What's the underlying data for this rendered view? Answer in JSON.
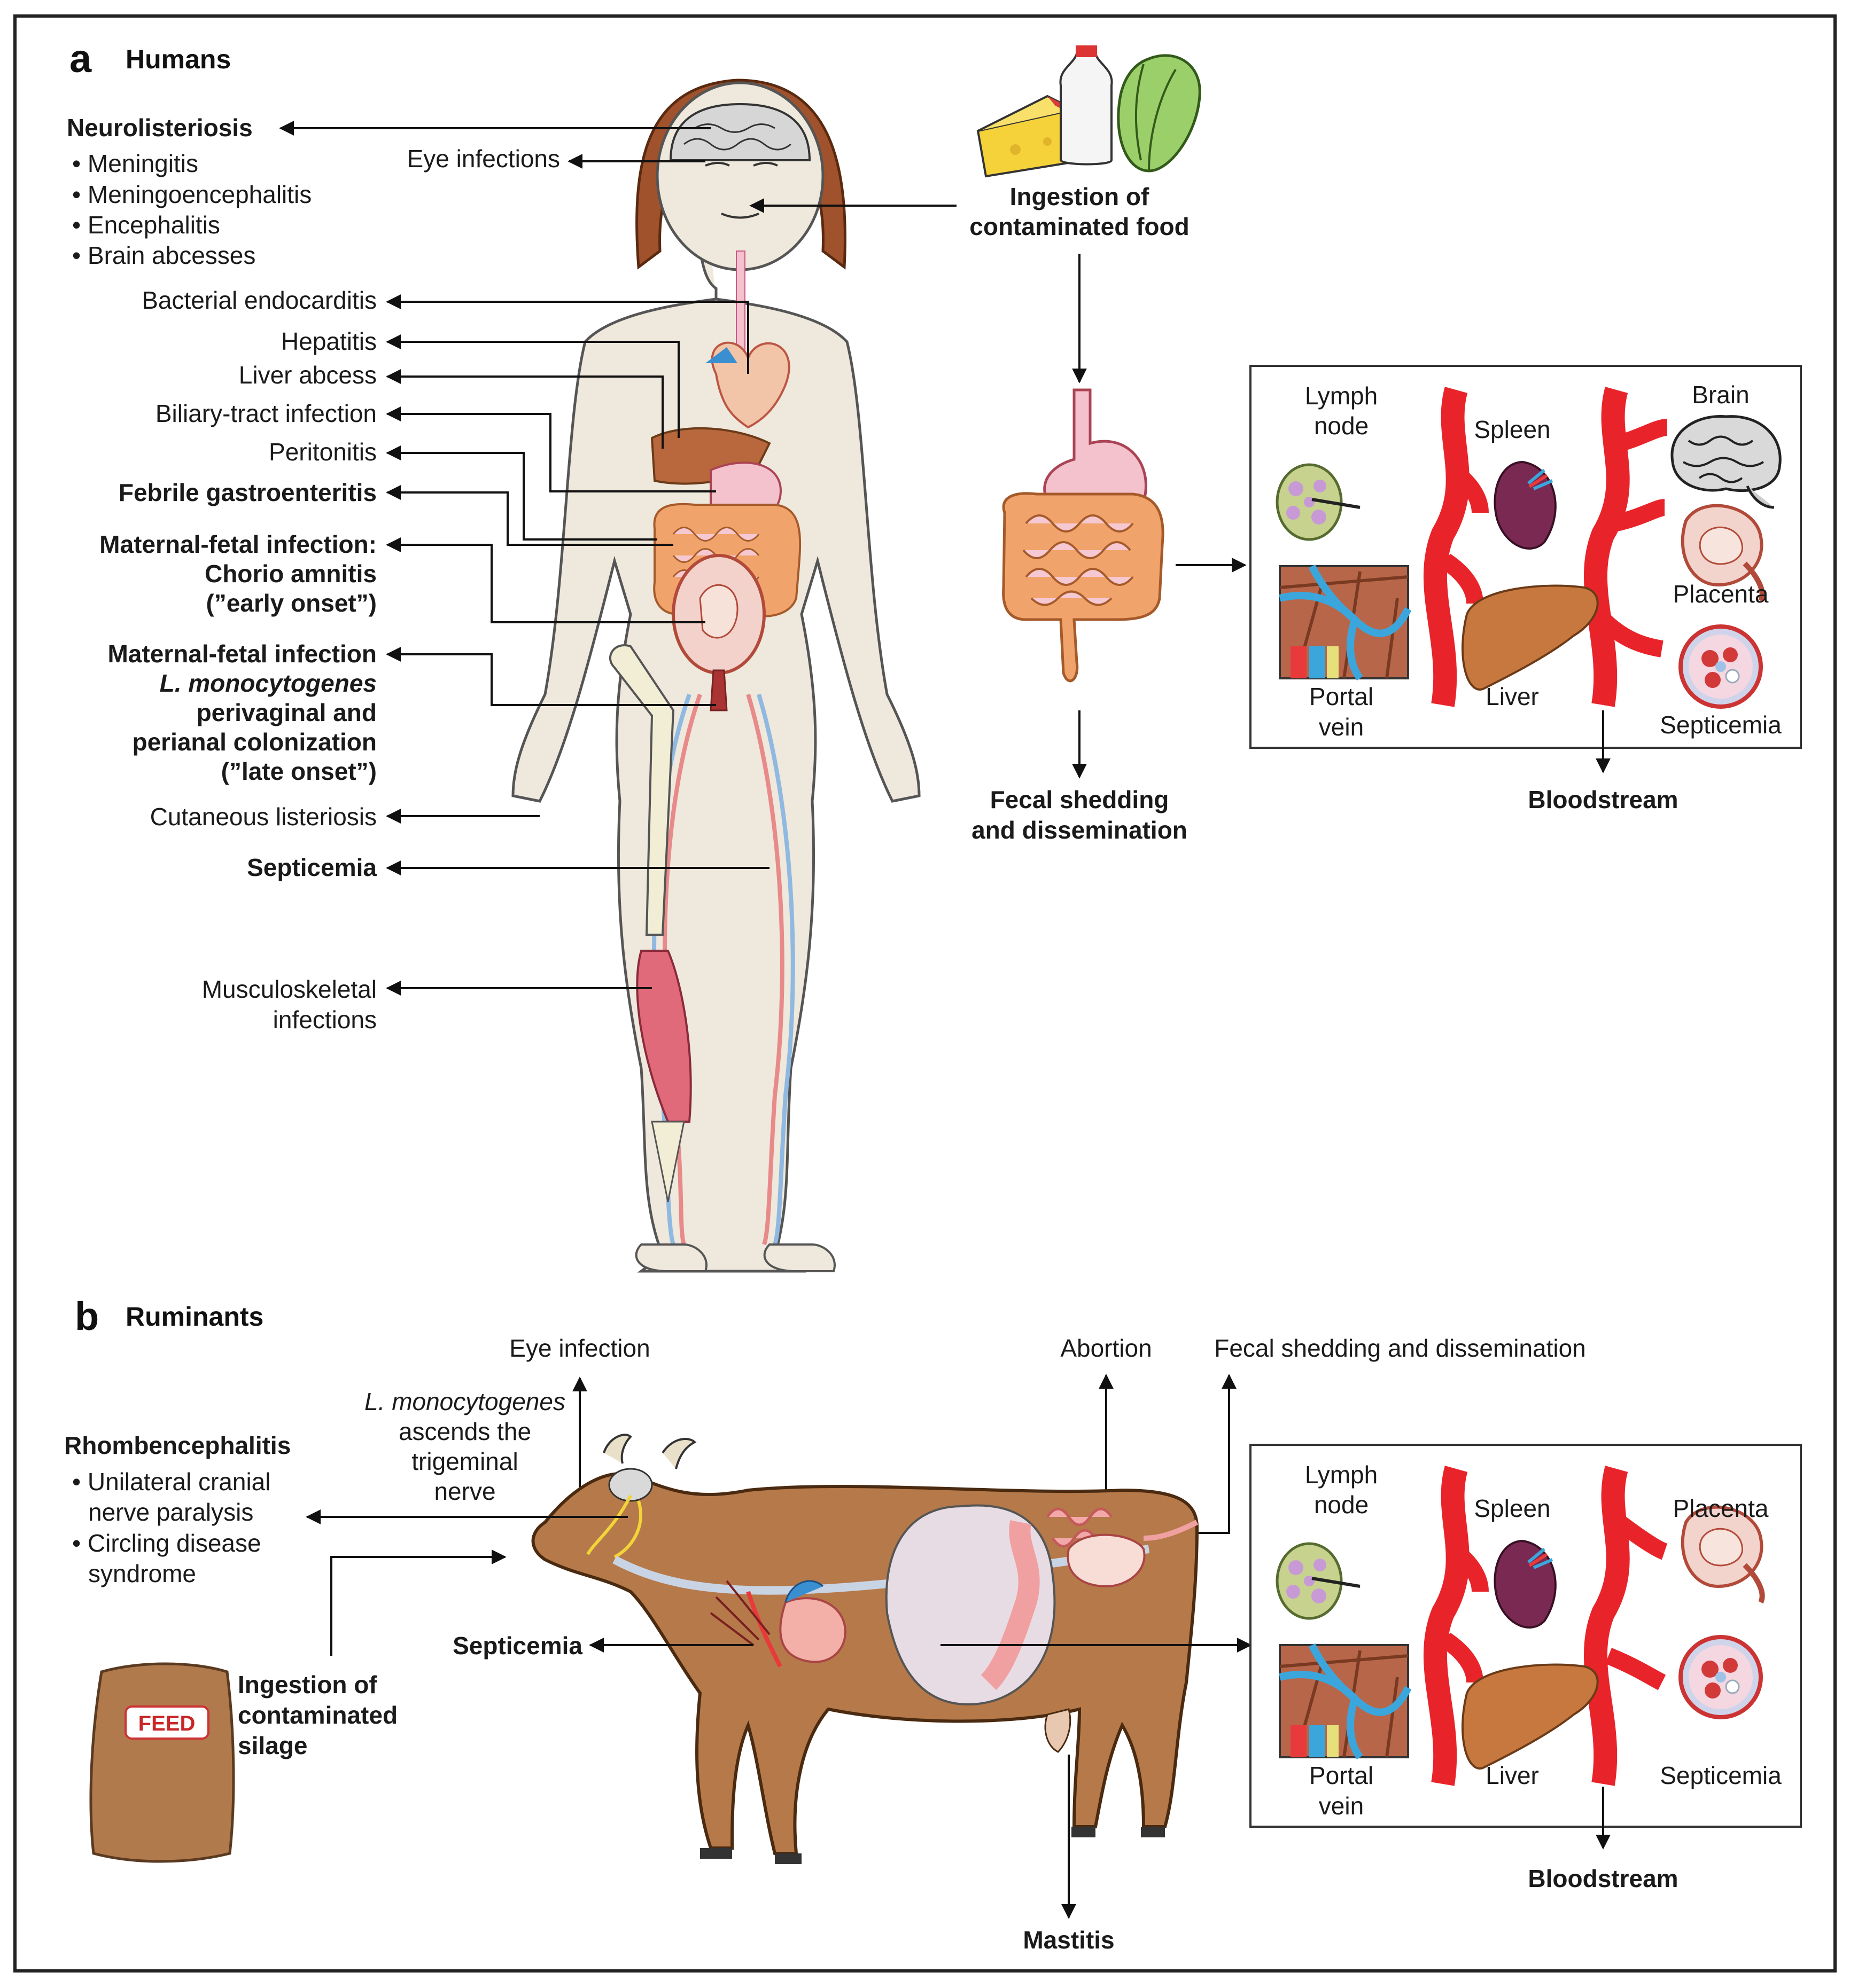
{
  "panel_a": {
    "letter": "a",
    "title": "Humans",
    "neuro": {
      "heading": "Neurolisteriosis",
      "items": [
        "• Meningitis",
        "• Meningoencephalitis",
        "• Encephalitis",
        "• Brain abcesses"
      ]
    },
    "eye": "Eye infections",
    "ingestion": [
      "Ingestion of",
      "contaminated food"
    ],
    "left_labels": {
      "endocarditis": "Bacterial endocarditis",
      "hepatitis": "Hepatitis",
      "liver_abcess": "Liver abcess",
      "biliary": "Biliary-tract infection",
      "peritonitis": "Peritonitis",
      "gastro": "Febrile gastroenteritis",
      "mf1": [
        "Maternal-fetal infection:",
        "Chorio amnitis",
        "(”early onset”)"
      ],
      "mf2": [
        "Maternal-fetal infection",
        "L. monocytogenes",
        "perivaginal and",
        "perianal colonization",
        "(”late onset”)"
      ],
      "cutaneous": "Cutaneous listeriosis",
      "septicemia": "Septicemia",
      "musculo": [
        "Musculoskeletal",
        "infections"
      ]
    },
    "fecal": [
      "Fecal shedding",
      "and dissemination"
    ],
    "box": {
      "lymph": [
        "Lymph",
        "node"
      ],
      "portal": [
        "Portal",
        "vein"
      ],
      "spleen": "Spleen",
      "liver": "Liver",
      "brain": "Brain",
      "placenta": "Placenta",
      "septicemia": "Septicemia"
    },
    "bloodstream": "Bloodstream"
  },
  "panel_b": {
    "letter": "b",
    "title": "Ruminants",
    "eye": "Eye infection",
    "lm": [
      "L. monocytogenes",
      "ascends the",
      "trigeminal",
      "nerve"
    ],
    "rhomb": {
      "heading": "Rhombencephalitis",
      "items": [
        "• Unilateral cranial",
        "nerve paralysis",
        "• Circling disease",
        "syndrome"
      ]
    },
    "abortion": "Abortion",
    "fecal": "Fecal shedding and dissemination",
    "septicemia": "Septicemia",
    "ingestion": [
      "Ingestion of",
      "contaminated",
      "silage"
    ],
    "feed": "FEED",
    "mastitis": "Mastitis",
    "box": {
      "lymph": [
        "Lymph",
        "node"
      ],
      "portal": [
        "Portal",
        "vein"
      ],
      "spleen": "Spleen",
      "liver": "Liver",
      "placenta": "Placenta",
      "septicemia": "Septicemia"
    },
    "bloodstream": "Bloodstream"
  },
  "colors": {
    "vessel": "#e8242a",
    "skin": "#efe8dc",
    "hair": "#a0522d",
    "cow": "#b5794a",
    "feed_bag": "#b07a4d"
  }
}
